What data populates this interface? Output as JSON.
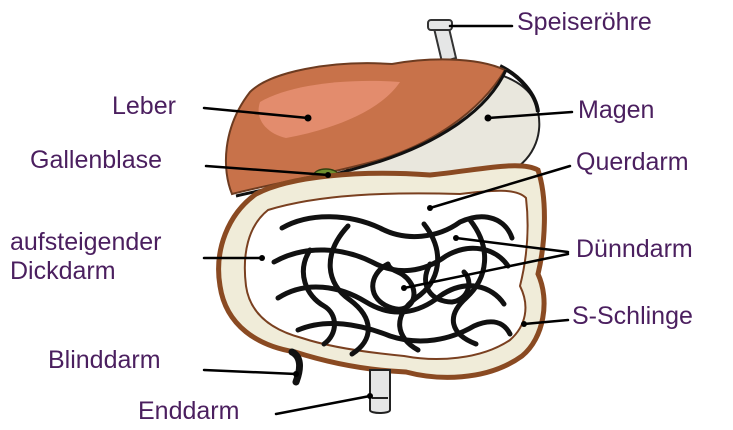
{
  "labels": {
    "speiseroehre": "Speiseröhre",
    "leber": "Leber",
    "magen": "Magen",
    "gallenblase": "Gallenblase",
    "querdarm": "Querdarm",
    "aufsteigender_dickdarm": "aufsteigender\nDickdarm",
    "duenndarm": "Dünndarm",
    "s_schlinge": "S-Schlinge",
    "blinddarm": "Blinddarm",
    "enddarm": "Enddarm"
  },
  "colors": {
    "label_text": "#4b1f5f",
    "leader_line": "#000000",
    "liver_fill": "#c8724a",
    "liver_highlight": "#f19a7f",
    "stomach_fill": "#e9e7dd",
    "colon_fill": "#f0ecd9",
    "colon_outline": "#8a4a22",
    "intestine_fill": "#f2f2f2",
    "intestine_outline": "#111111"
  }
}
